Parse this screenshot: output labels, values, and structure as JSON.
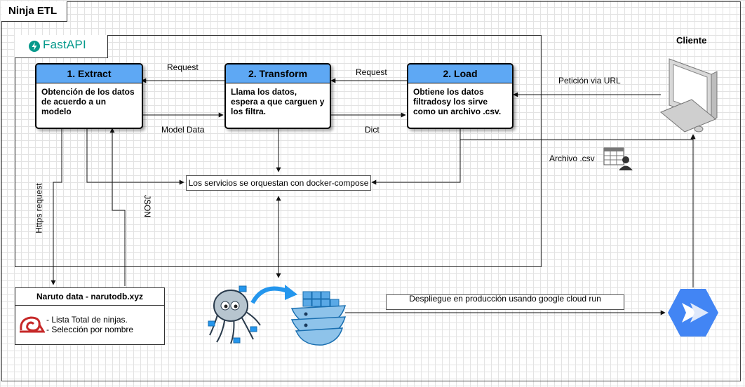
{
  "diagram": {
    "title": "Ninja ETL",
    "framework": "FastAPI",
    "nodes": {
      "extract": {
        "title": "1. Extract",
        "body": "Obtención de los datos de acuerdo a un modelo"
      },
      "transform": {
        "title": "2. Transform",
        "body": "Llama los datos, espera a que carguen y los filtra."
      },
      "load": {
        "title": "2. Load",
        "body": "Obtiene los datos filtradosy los sirve como un archivo .csv."
      },
      "orchestration": "Los servicios se orquestan con docker-compose",
      "deploy": "Despliegue en producción usando google cloud run",
      "client": "Cliente",
      "source": {
        "title": "Naruto data - narutodb.xyz",
        "items": [
          "- Lista Total de ninjas.",
          "- Selección por nombre"
        ]
      }
    },
    "edge_labels": {
      "request_transform_to_extract": "Request",
      "request_load_to_transform": "Request",
      "model_data": "Model Data",
      "dict": "Dict",
      "peticion_url": "Petición via URL",
      "archivo_csv": "Archivo .csv",
      "https_request": "Https request",
      "json": "JSON"
    },
    "icons": [
      "fastapi-logo-icon",
      "monitor-icon",
      "spreadsheet-user-icon",
      "docker-compose-octopus-icon",
      "docker-whale-icon",
      "cloud-run-icon",
      "konoha-leaf-icon"
    ],
    "colors": {
      "card_header": "#5ea8f4",
      "fastapi": "#05998b",
      "cloud_run": "#4285f4"
    }
  }
}
